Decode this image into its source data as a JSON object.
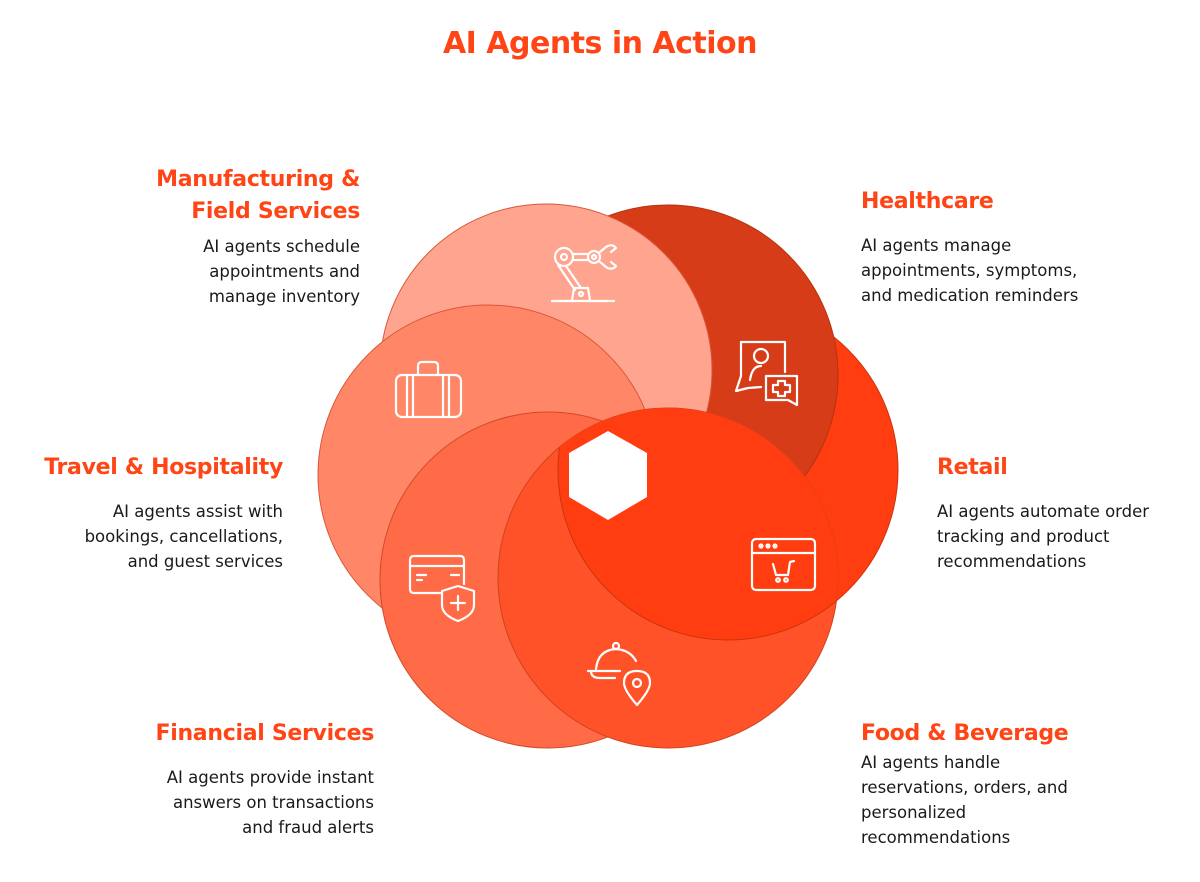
{
  "title": "AI Agents in Action",
  "colors": {
    "accent": "#FF4516",
    "text": "#1a1a1a",
    "manufacturing": "#FFA48E",
    "healthcare": "#D63C18",
    "retail": "#FF3D10",
    "food": "#FF5228",
    "financial": "#FF6A47",
    "travel": "#FF8767"
  },
  "segments": [
    {
      "id": "manufacturing",
      "title_lines": [
        "Manufacturing &",
        "Field Services"
      ],
      "description_lines": [
        "AI agents schedule",
        "appointments and",
        "manage inventory"
      ],
      "icon": "robot-arm-icon"
    },
    {
      "id": "healthcare",
      "title_lines": [
        "Healthcare"
      ],
      "description_lines": [
        "AI agents manage",
        "appointments, symptoms,",
        "and medication reminders"
      ],
      "icon": "patient-medical-chat-icon"
    },
    {
      "id": "retail",
      "title_lines": [
        "Retail"
      ],
      "description_lines": [
        "AI agents automate order",
        "tracking and product",
        "recommendations"
      ],
      "icon": "online-shopping-cart-icon"
    },
    {
      "id": "food",
      "title_lines": [
        "Food & Beverage"
      ],
      "description_lines": [
        "AI agents handle",
        "reservations, orders, and",
        "personalized",
        "recommendations"
      ],
      "icon": "food-cloche-location-icon"
    },
    {
      "id": "financial",
      "title_lines": [
        "Financial Services"
      ],
      "description_lines": [
        "AI agents provide instant",
        "answers on transactions",
        "and fraud alerts"
      ],
      "icon": "credit-card-shield-icon"
    },
    {
      "id": "travel",
      "title_lines": [
        "Travel & Hospitality"
      ],
      "description_lines": [
        "AI agents assist with",
        "bookings, cancellations,",
        "and guest services"
      ],
      "icon": "suitcase-icon"
    }
  ]
}
